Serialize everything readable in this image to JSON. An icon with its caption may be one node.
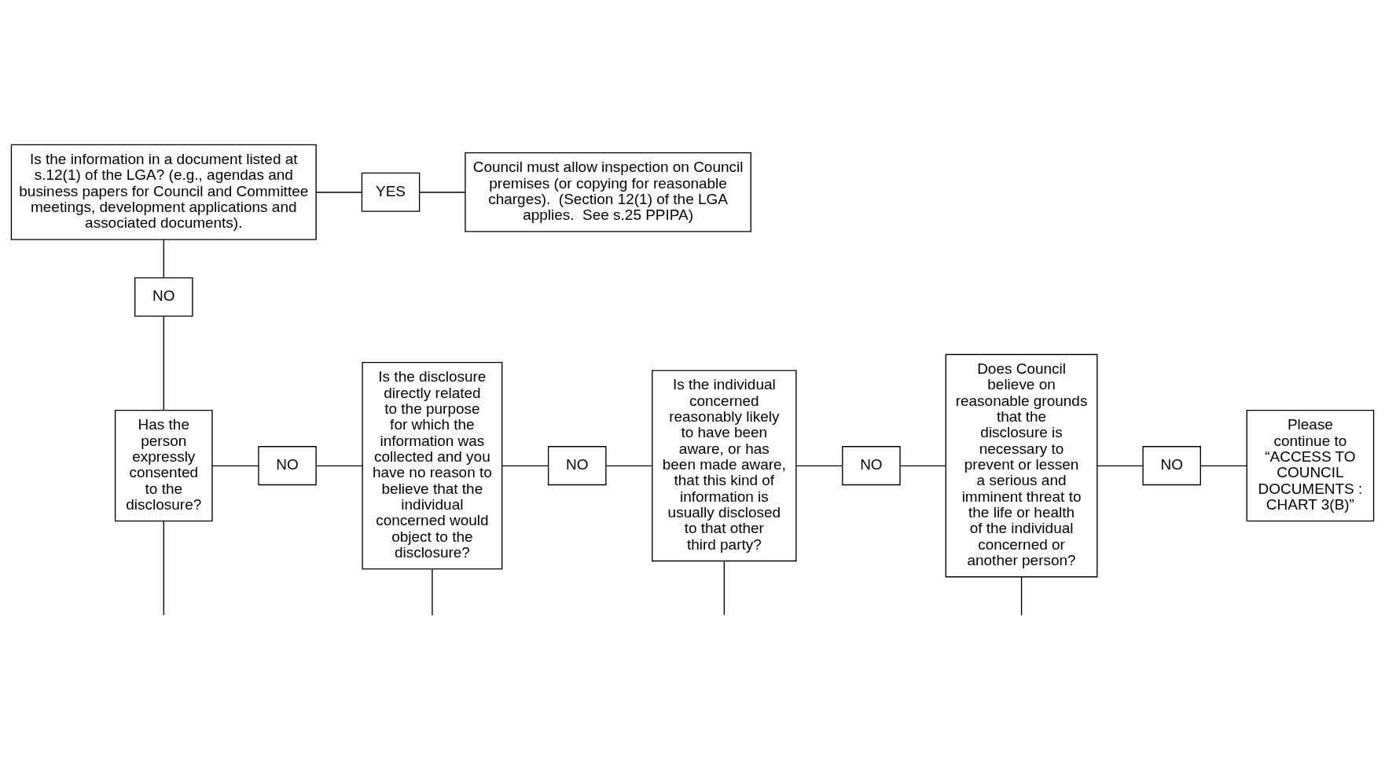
{
  "diagram": {
    "nodes": [
      {
        "text": [
          "Is the information in a document listed at s.12(1) of the LGA? (e.g., agendas and business papers for Council and Committee meetings, development applications and associated documents)."
        ]
      },
      {
        "text": [
          "YES"
        ]
      },
      {
        "text": [
          "Council must allow inspection on Council premises (or copying for reasonable charges).  (Section 12(1) of the LGA applies.  See s.25 PPIPA)"
        ]
      },
      {
        "text": [
          "NO"
        ]
      },
      {
        "text": [
          "Has the person expressly consented to the disclosure?"
        ]
      },
      {
        "text": [
          "NO"
        ]
      },
      {
        "text": [
          "Is the disclosure directly related to the purpose for which the information was collected and you have no reason to believe that the individual concerned would object to the disclosure?"
        ]
      },
      {
        "text": [
          "NO"
        ]
      },
      {
        "text": [
          "Is the individual concerned reasonably likely to have been aware, or has been made aware, that this kind of information is usually disclosed to that other third party?"
        ]
      },
      {
        "text": [
          "NO"
        ]
      },
      {
        "text": [
          "Does Council believe on reasonable grounds that the disclosure is necessary to prevent or lessen a serious and imminent threat to the life or health of the individual concerned or another person?"
        ]
      },
      {
        "text": [
          "NO"
        ]
      },
      {
        "text": [
          "Please continue to “ACCESS TO COUNCIL DOCUMENTS : CHART 3(B)”"
        ]
      }
    ],
    "edges": [
      {
        "from": 0,
        "to": 1,
        "arrow": "none"
      },
      {
        "from": 1,
        "to": 2,
        "arrow": "none"
      },
      {
        "from": 0,
        "to": 3,
        "arrow": "none"
      },
      {
        "from": 3,
        "to": 4,
        "arrow": "none"
      },
      {
        "from": 4,
        "to": 5,
        "arrow": "none"
      },
      {
        "from": 5,
        "to": 6,
        "arrow": "none"
      },
      {
        "from": 6,
        "to": 7,
        "arrow": "none"
      },
      {
        "from": 7,
        "to": 8,
        "arrow": "none"
      },
      {
        "from": 8,
        "to": 9,
        "arrow": "none"
      },
      {
        "from": 9,
        "to": 10,
        "arrow": "none"
      },
      {
        "from": 10,
        "to": 11,
        "arrow": "none"
      },
      {
        "from": 11,
        "to": 12,
        "arrow": "none"
      },
      {
        "from": 4,
        "to": null,
        "arrow": "none"
      },
      {
        "from": 6,
        "to": null,
        "arrow": "none"
      },
      {
        "from": 8,
        "to": null,
        "arrow": "none"
      },
      {
        "from": 10,
        "to": null,
        "arrow": "none"
      }
    ]
  }
}
